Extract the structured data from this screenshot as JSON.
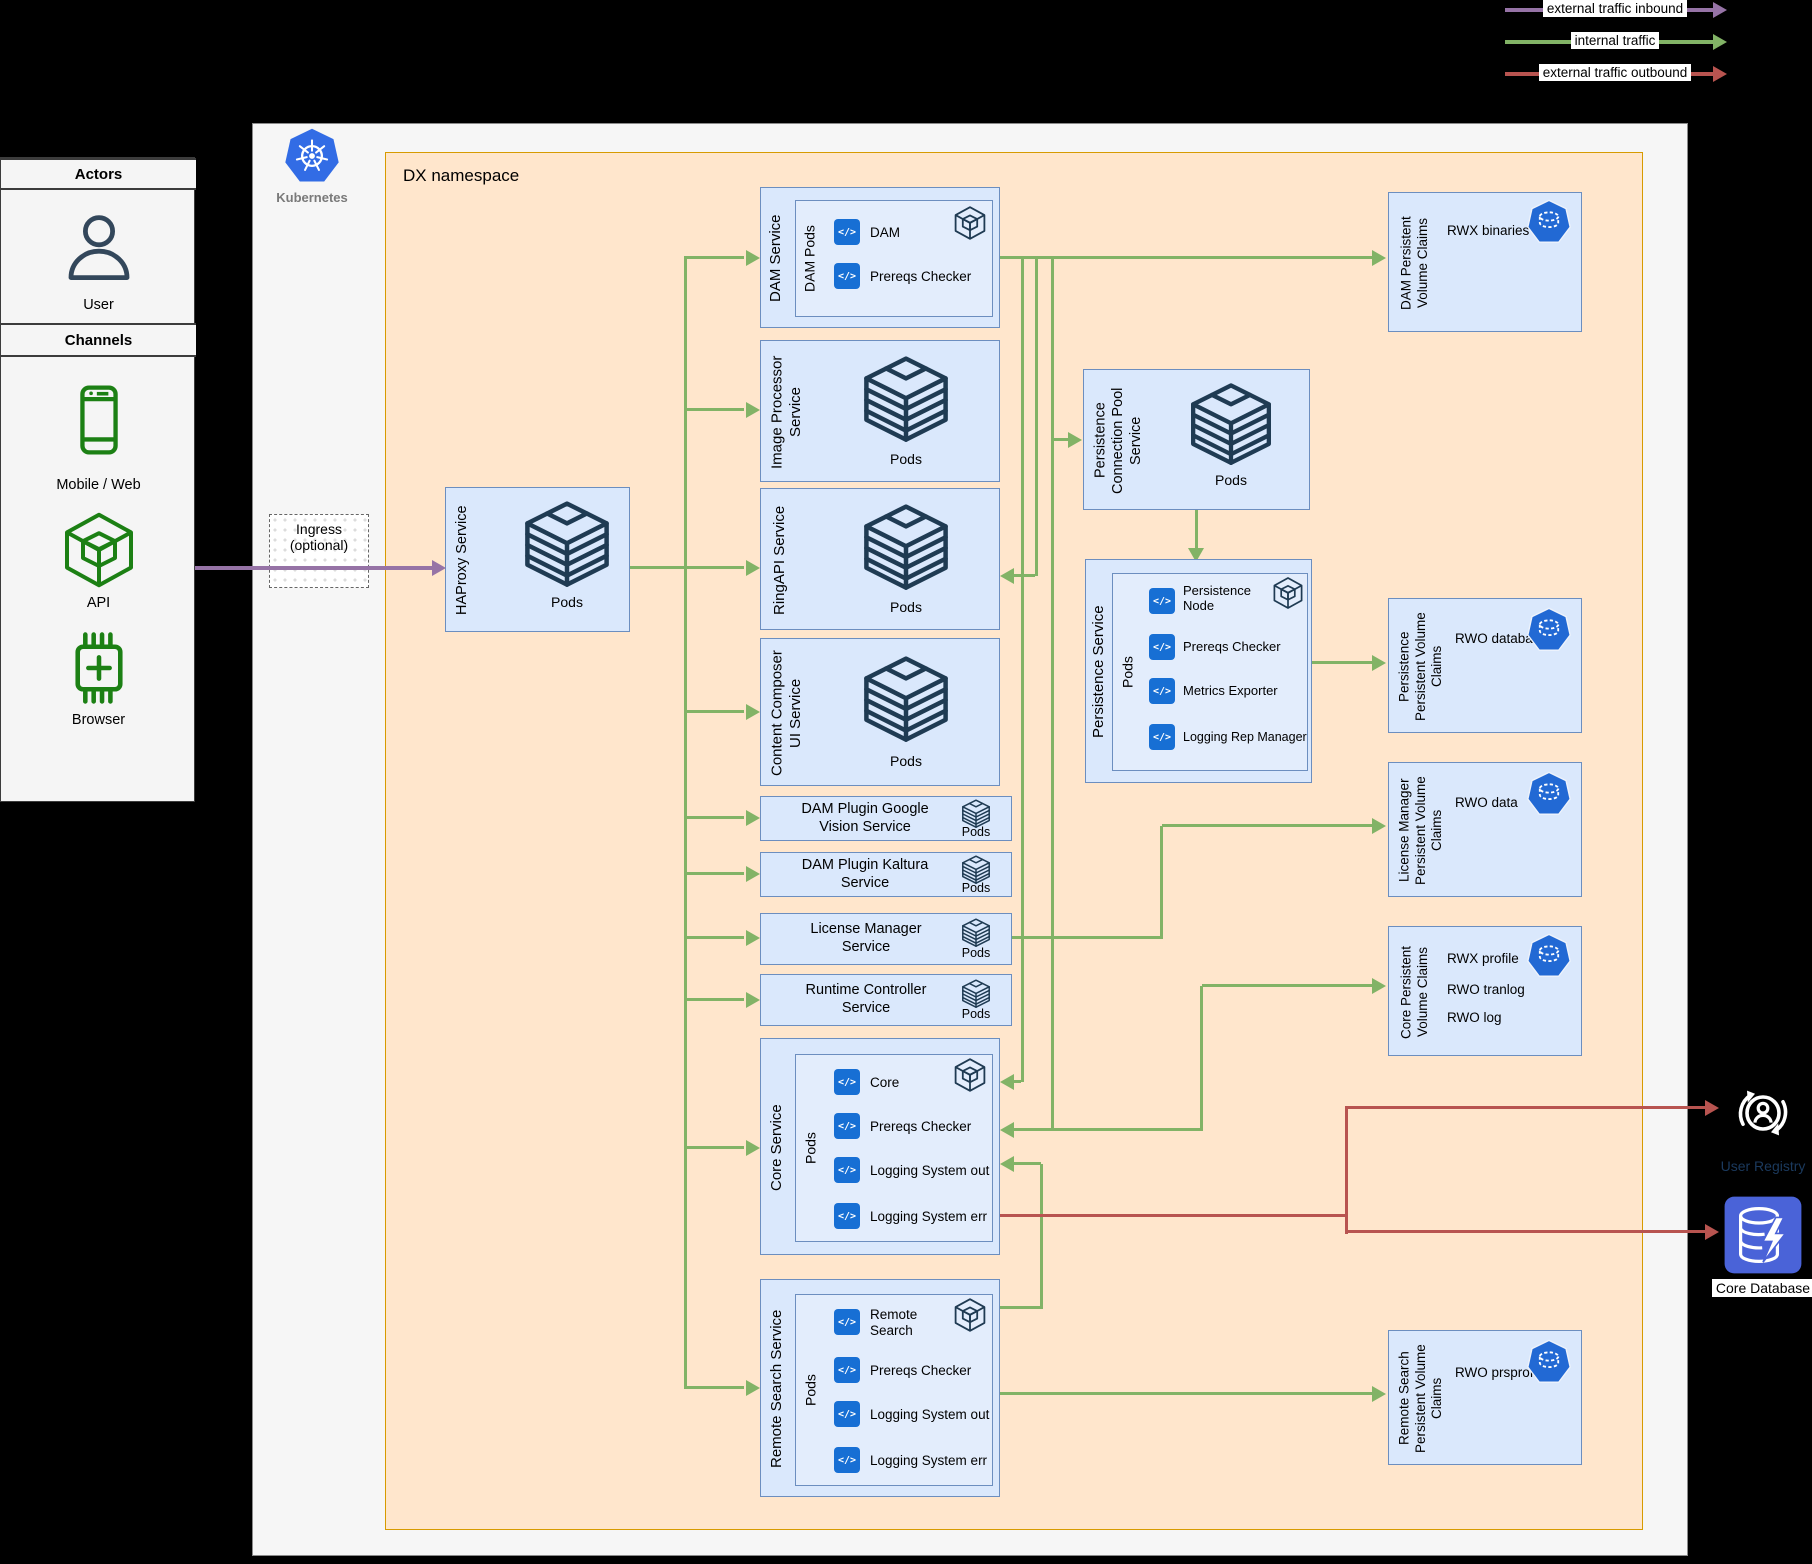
{
  "legend": {
    "inbound": "external traffic inbound",
    "internal": "internal traffic",
    "outbound": "external traffic outbound"
  },
  "colors": {
    "inbound": "#9673a6",
    "internal": "#82b366",
    "outbound": "#b85450",
    "namespace_fill": "#ffe6cc",
    "namespace_border": "#d79b00",
    "service_fill": "#dae8fc",
    "service_border": "#6c8ebf",
    "kubernetes_blue": "#326ce5"
  },
  "icons": {
    "code": "</>"
  },
  "common": {
    "pods": "Pods"
  },
  "panel": {
    "actors_header": "Actors",
    "user": "User",
    "channels_header": "Channels",
    "mobile": "Mobile / Web",
    "api": "API",
    "browser": "Browser"
  },
  "kubernetes_label": "Kubernetes",
  "namespace_label": "DX namespace",
  "ingress": {
    "line1": "Ingress",
    "line2": "(optional)"
  },
  "services": {
    "haproxy": {
      "title": "HAProxy Service"
    },
    "dam": {
      "title": "DAM Service",
      "inner": "DAM Pods",
      "pods": [
        "DAM",
        "Prereqs Checker"
      ]
    },
    "image_processor": {
      "title": "Image Processor Service"
    },
    "ringapi": {
      "title": "RingAPI Service"
    },
    "content_composer": {
      "title": "Content Composer UI Service"
    },
    "plugin_google": {
      "title": "DAM Plugin Google Vision Service"
    },
    "plugin_kaltura": {
      "title": "DAM Plugin Kaltura Service"
    },
    "license_manager": {
      "title": "License Manager Service"
    },
    "runtime_controller": {
      "title": "Runtime Controller Service"
    },
    "core": {
      "title": "Core Service",
      "pods": [
        "Core",
        "Prereqs Checker",
        "Logging System out",
        "Logging System err"
      ]
    },
    "remote_search": {
      "title": "Remote Search Service",
      "pods": [
        "Remote Search",
        "Prereqs Checker",
        "Logging System out",
        "Logging System err"
      ]
    },
    "persistence_pool": {
      "title": "Persistence Connection Pool Service"
    },
    "persistence": {
      "title": "Persistence Service",
      "pods": [
        "Persistence Node",
        "Prereqs Checker",
        "Metrics Exporter",
        "Logging Rep Manager"
      ]
    }
  },
  "pvcs": {
    "dam": {
      "title": "DAM Persistent Volume Claims",
      "claims": [
        "RWX binaries"
      ]
    },
    "persistence": {
      "title": "Persistence Persistent Volume Claims",
      "claims": [
        "RWO database"
      ]
    },
    "license_manager": {
      "title": "License Manager Persistent Volume Claims",
      "claims": [
        "RWO data"
      ]
    },
    "core": {
      "title": "Core Persistent Volume Claims",
      "claims": [
        "RWX profile",
        "RWO tranlog",
        "RWO log"
      ]
    },
    "remote_search": {
      "title": "Remote Search Persistent Volume Claims",
      "claims": [
        "RWO prsprofile"
      ]
    }
  },
  "external": {
    "user_registry": "User Registry",
    "core_database": "Core Database"
  }
}
